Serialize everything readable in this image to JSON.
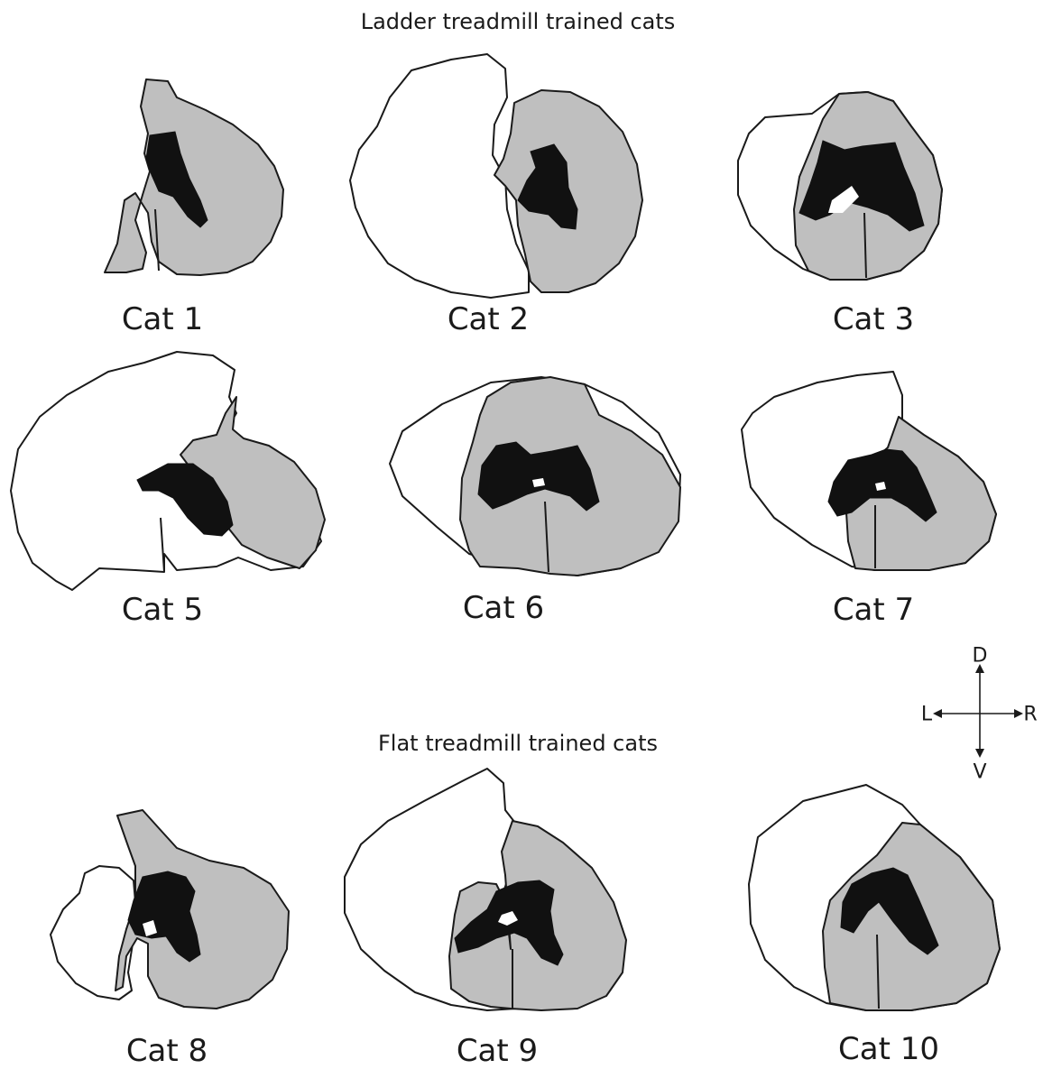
{
  "groups": {
    "ladder_title": "Ladder treadmill trained cats",
    "flat_title": "Flat treadmill trained cats"
  },
  "cats": {
    "c1": "Cat 1",
    "c2": "Cat 2",
    "c3": "Cat 3",
    "c5": "Cat 5",
    "c6": "Cat 6",
    "c7": "Cat 7",
    "c8": "Cat 8",
    "c9": "Cat 9",
    "c10": "Cat 10"
  },
  "compass": {
    "dorsal": "D",
    "ventral": "V",
    "left": "L",
    "right": "R"
  },
  "colors": {
    "spared_tissue": "#bfbfbf",
    "lesion": "#111111",
    "outline": "#1a1a1a"
  }
}
